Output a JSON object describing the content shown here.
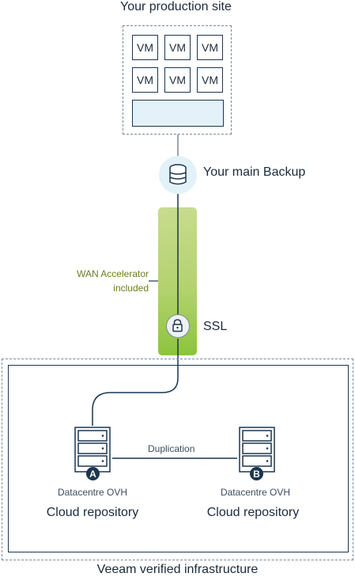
{
  "production": {
    "title": "Your production site",
    "vms": [
      "VM",
      "VM",
      "VM",
      "VM",
      "VM",
      "VM"
    ]
  },
  "backup": {
    "label": "Your main Backup",
    "icon": "database-icon"
  },
  "wan": {
    "line1": "WAN Accelerator",
    "line2": "included"
  },
  "ssl": {
    "label": "SSL",
    "icon": "lock-icon"
  },
  "replication": {
    "label": "Duplication"
  },
  "repositories": [
    {
      "badge": "A",
      "datacentre": "Datacentre OVH",
      "name": "Cloud repository",
      "icon": "server-icon"
    },
    {
      "badge": "B",
      "datacentre": "Datacentre OVH",
      "name": "Cloud repository",
      "icon": "server-icon"
    }
  ],
  "infrastructure": {
    "label": "Veeam verified infrastructure"
  },
  "colors": {
    "dark": "#1c3550",
    "green_top": "#c7dc8e",
    "green_bottom": "#8cc43c",
    "light_blue": "#e3f1f8",
    "accent_text": "#6b7f1a"
  }
}
